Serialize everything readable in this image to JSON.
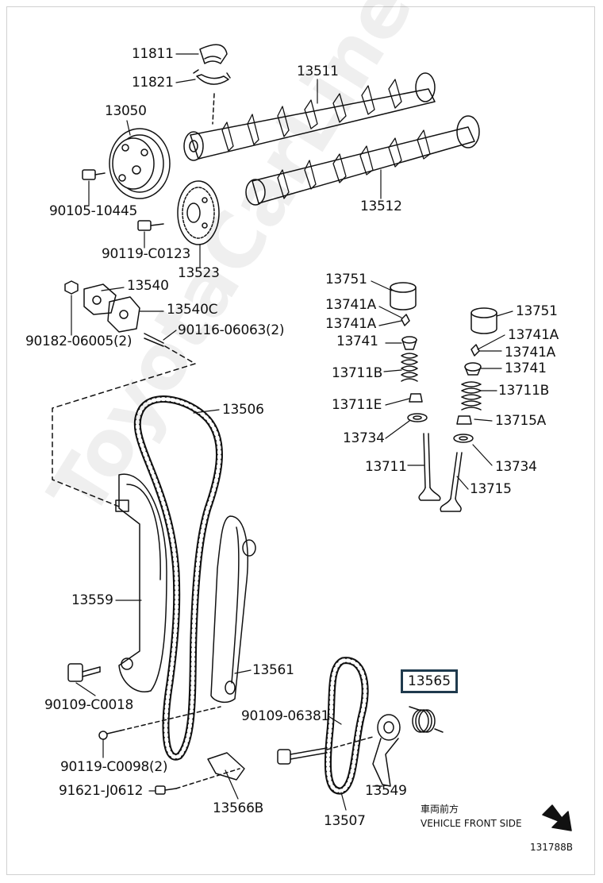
{
  "parts": {
    "p11811": "11811",
    "p11821": "11821",
    "p13511": "13511",
    "p13050": "13050",
    "p13512": "13512",
    "p90105_10445": "90105-10445",
    "p90119_c0123": "90119-C0123",
    "p13523": "13523",
    "p13540": "13540",
    "p13540c": "13540C",
    "p90182_06005": "90182-06005(2)",
    "p90116_06063": "90116-06063(2)",
    "p13751_left": "13751",
    "p13741a_1": "13741A",
    "p13741a_2": "13741A",
    "p13741": "13741",
    "p13711b_left": "13711B",
    "p13711e": "13711E",
    "p13734_left": "13734",
    "p13711": "13711",
    "p13751_right": "13751",
    "p13741a_3": "13741A",
    "p13741a_4": "13741A",
    "p13741_right": "13741",
    "p13711b_right": "13711B",
    "p13715a": "13715A",
    "p13734_right": "13734",
    "p13715": "13715",
    "p13506": "13506",
    "p13559": "13559",
    "p13561": "13561",
    "p90109_c0018": "90109-C0018",
    "p90109_06381": "90109-06381",
    "p13565": "13565",
    "p90119_c0098": "90119-C0098(2)",
    "p91621_j0612": "91621-J0612",
    "p13566b": "13566B",
    "p13507": "13507",
    "p13549": "13549"
  },
  "footer": {
    "direction_jp": "車両前方",
    "direction_en": "VEHICLE FRONT SIDE",
    "diagram_code": "131788B"
  },
  "watermark": "ToyotaCarLine.ru",
  "icons": {
    "direction": "arrow-down-right-icon"
  }
}
